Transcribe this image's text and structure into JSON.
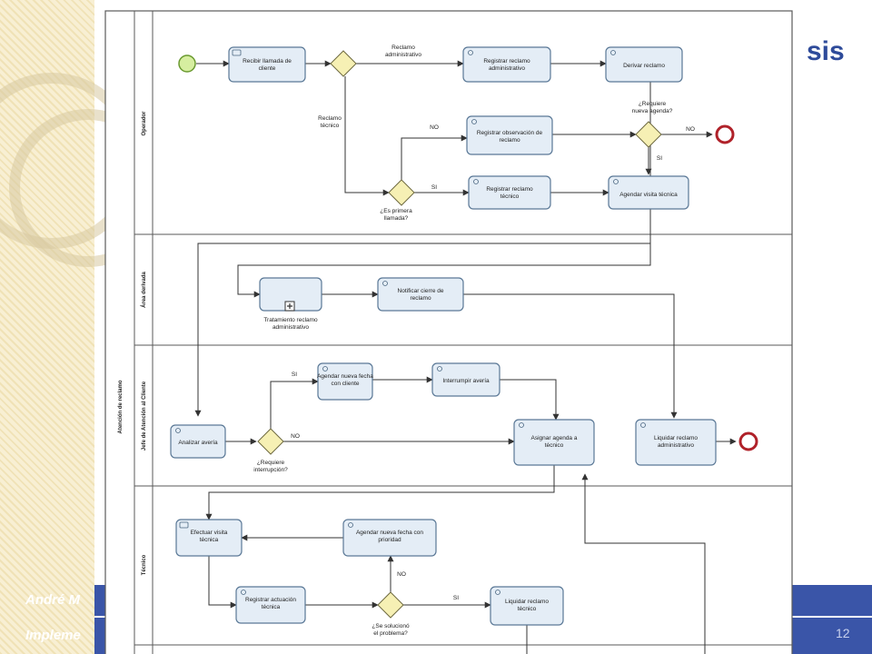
{
  "slide": {
    "title_fragment": "sis",
    "footer_author": "André M",
    "footer_topic": "Impleme",
    "page_number": "12"
  },
  "pool": {
    "name": "Atención de reclamo",
    "lanes": [
      "Operador",
      "Área derivada",
      "Jefe de Atención al Cliente",
      "Técnico"
    ]
  },
  "tasks": {
    "t1": [
      "Recibir llamada de",
      "cliente"
    ],
    "t2": [
      "Registrar reclamo",
      "administrativo"
    ],
    "t3": [
      "Derivar reclamo"
    ],
    "t4": [
      "Registrar observación de",
      "reclamo"
    ],
    "t5": [
      "Registrar reclamo",
      "técnico"
    ],
    "t6": [
      "Agendar visita técnica"
    ],
    "t7": [
      "Notificar cierre de",
      "reclamo"
    ],
    "t8": [
      "Agendar nueva fecha",
      "con cliente"
    ],
    "t9": [
      "Interrumpir avería"
    ],
    "t10": [
      "Analizar avería"
    ],
    "t11": [
      "Asignar agenda a",
      "técnico"
    ],
    "t12": [
      "Liquidar reclamo",
      "administrativo"
    ],
    "t13": [
      "Efectuar visita",
      "técnica"
    ],
    "t14": [
      "Agendar nueva fecha con",
      "prioridad"
    ],
    "t15": [
      "Registrar actuación",
      "técnica"
    ],
    "t16": [
      "Liquidar reclamo",
      "técnico"
    ]
  },
  "subprocess": [
    "Tratamiento reclamo",
    "administrativo"
  ],
  "gateways": {
    "g2": [
      "¿Es primera",
      "llamada?"
    ],
    "g3": [
      "¿Requiere",
      "nueva agenda?"
    ],
    "g4": [
      "¿Requiere",
      "interrupción?"
    ],
    "g5": [
      "¿Se solucionó",
      "el problema?"
    ]
  },
  "flow_labels": {
    "reclamo_admin": [
      "Reclamo",
      "administrativo"
    ],
    "reclamo_tecnico": [
      "Reclamo",
      "técnico"
    ],
    "no": "NO",
    "si": "SI"
  },
  "colors": {
    "task_fill": "#e4edf6",
    "task_stroke": "#5a7896",
    "gateway_fill": "#f6f0b4",
    "start_fill": "#d6eea0",
    "end_stroke": "#b0222a",
    "footer_bar": "#3a55a8",
    "title": "#2e4b9a"
  }
}
